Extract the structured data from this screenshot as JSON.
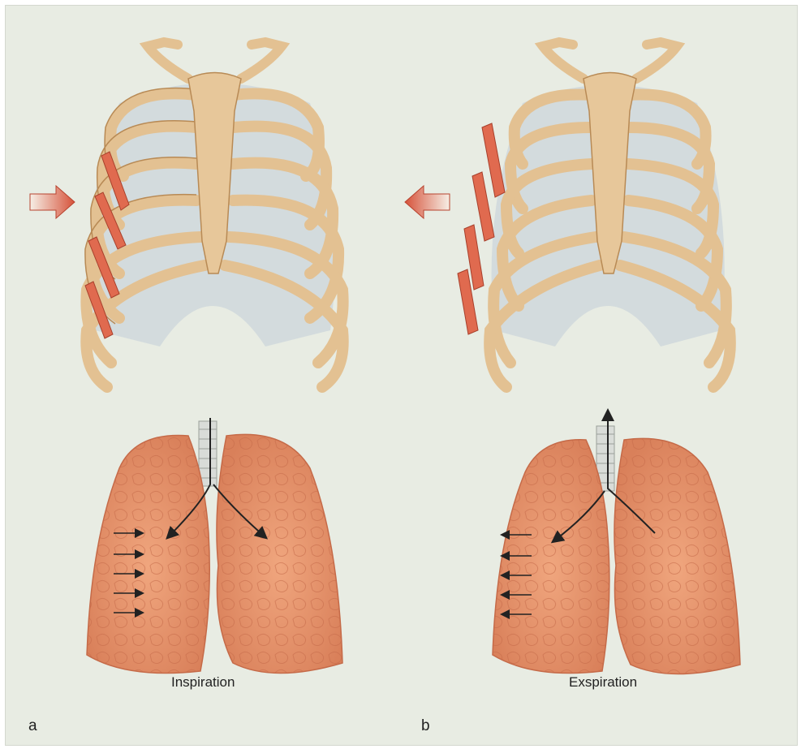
{
  "panels": [
    {
      "letter": "a",
      "caption": "Inspiration"
    },
    {
      "letter": "b",
      "caption": "Exspiration"
    }
  ],
  "colors": {
    "background": "#e8ece3",
    "bone": "#e7c79a",
    "bone_outline": "#b88a55",
    "cavity": "#cfd8dc",
    "intercostal_muscle": "#e06a4f",
    "lung": "#e8956c",
    "lung_dark": "#cf7450",
    "trachea": "#d9dcd8",
    "arrow": "#222222"
  }
}
